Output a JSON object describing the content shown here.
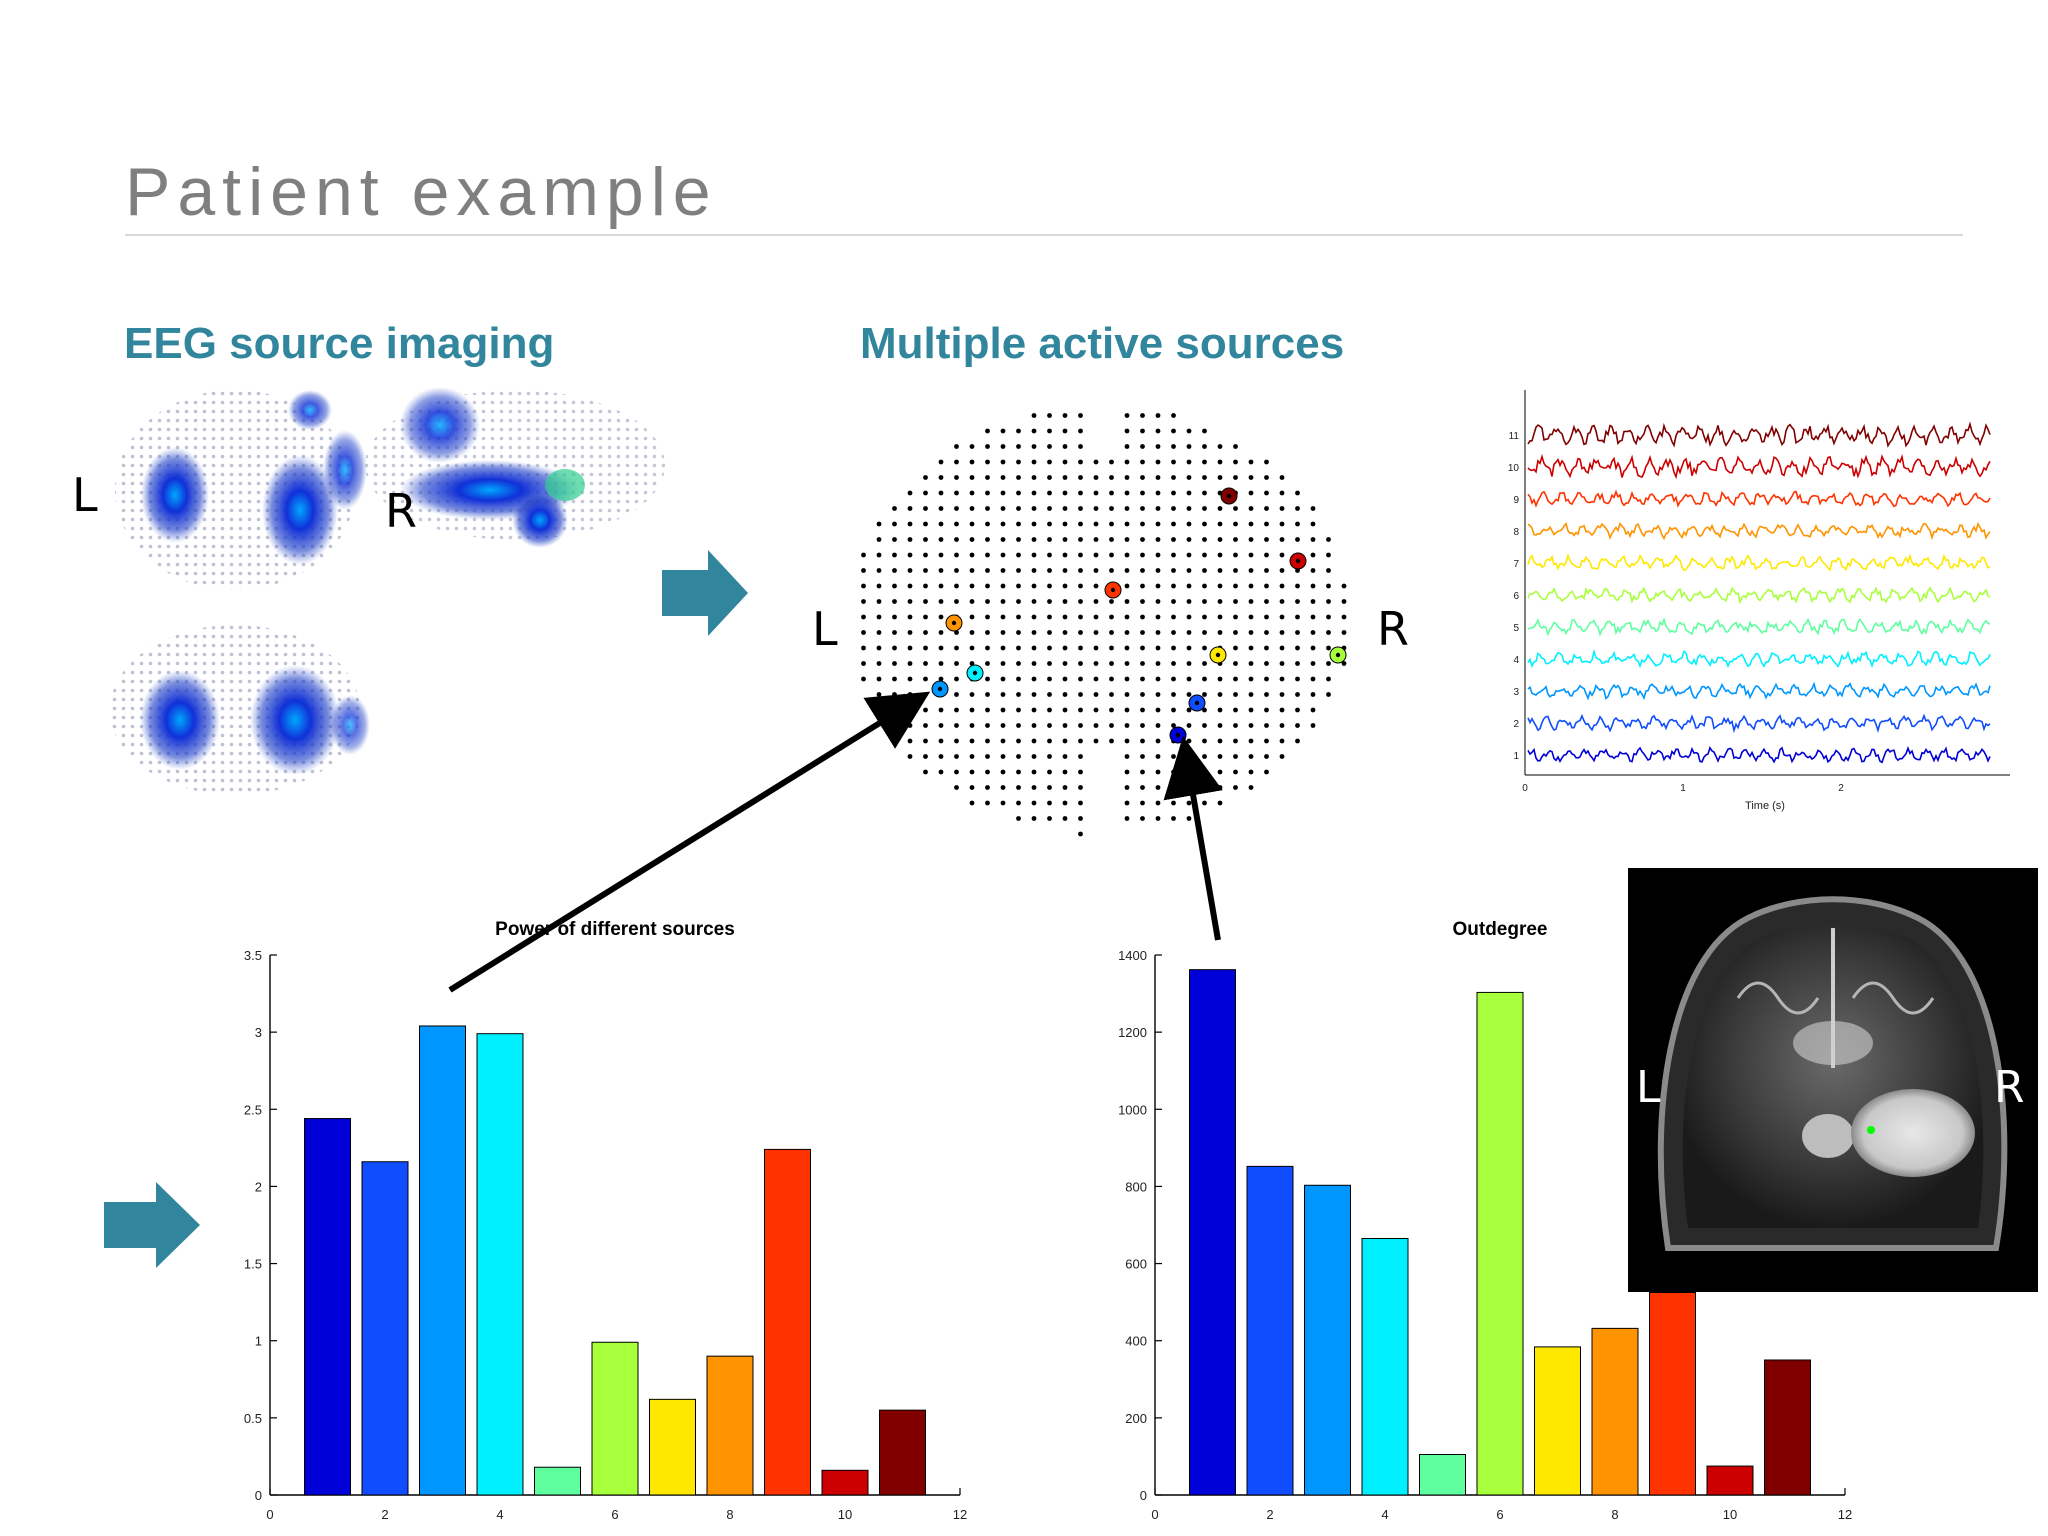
{
  "slide": {
    "title": "Patient example"
  },
  "sections": {
    "left_heading": "EEG source imaging",
    "right_heading": "Multiple active sources"
  },
  "labels": {
    "left": "L",
    "right": "R"
  },
  "colors": {
    "heading": "#31859c",
    "arrow_fill": "#31859c",
    "title": "#7f7f7f"
  },
  "source_colors": [
    "#0000d8",
    "#0f4dff",
    "#0096ff",
    "#00f0ff",
    "#5fffa0",
    "#a8ff3c",
    "#ffe800",
    "#ff9300",
    "#ff3300",
    "#cc0000",
    "#800000"
  ],
  "traces": {
    "channel_labels": [
      "11",
      "10",
      "9",
      "8",
      "7",
      "6",
      "5",
      "4",
      "3",
      "2",
      "1"
    ],
    "x_ticks": [
      "0",
      "1",
      "2"
    ],
    "xlabel": "Time (s)"
  },
  "chart_data": [
    {
      "type": "bar",
      "title": "Power of different sources",
      "categories": [
        1,
        2,
        3,
        4,
        5,
        6,
        7,
        8,
        9,
        10,
        11
      ],
      "values": [
        2.44,
        2.16,
        3.04,
        2.99,
        0.18,
        0.99,
        0.62,
        0.9,
        2.24,
        0.16,
        0.55
      ],
      "xlim": [
        0,
        12
      ],
      "ylim": [
        0,
        3.5
      ],
      "x_ticks": [
        "0",
        "2",
        "4",
        "6",
        "8",
        "10",
        "12"
      ],
      "y_ticks": [
        "0",
        "0.5",
        "1",
        "1.5",
        "2",
        "2.5",
        "3",
        "3.5"
      ]
    },
    {
      "type": "bar",
      "title": "Outdegree",
      "categories": [
        1,
        2,
        3,
        4,
        5,
        6,
        7,
        8,
        9,
        10,
        11
      ],
      "values": [
        1362,
        852,
        803,
        665,
        105,
        1303,
        384,
        432,
        525,
        75,
        350
      ],
      "xlim": [
        0,
        12
      ],
      "ylim": [
        0,
        1400
      ],
      "x_ticks": [
        "0",
        "2",
        "4",
        "6",
        "8",
        "10",
        "12"
      ],
      "y_ticks": [
        "0",
        "200",
        "400",
        "600",
        "800",
        "1000",
        "1200",
        "1400"
      ]
    }
  ]
}
